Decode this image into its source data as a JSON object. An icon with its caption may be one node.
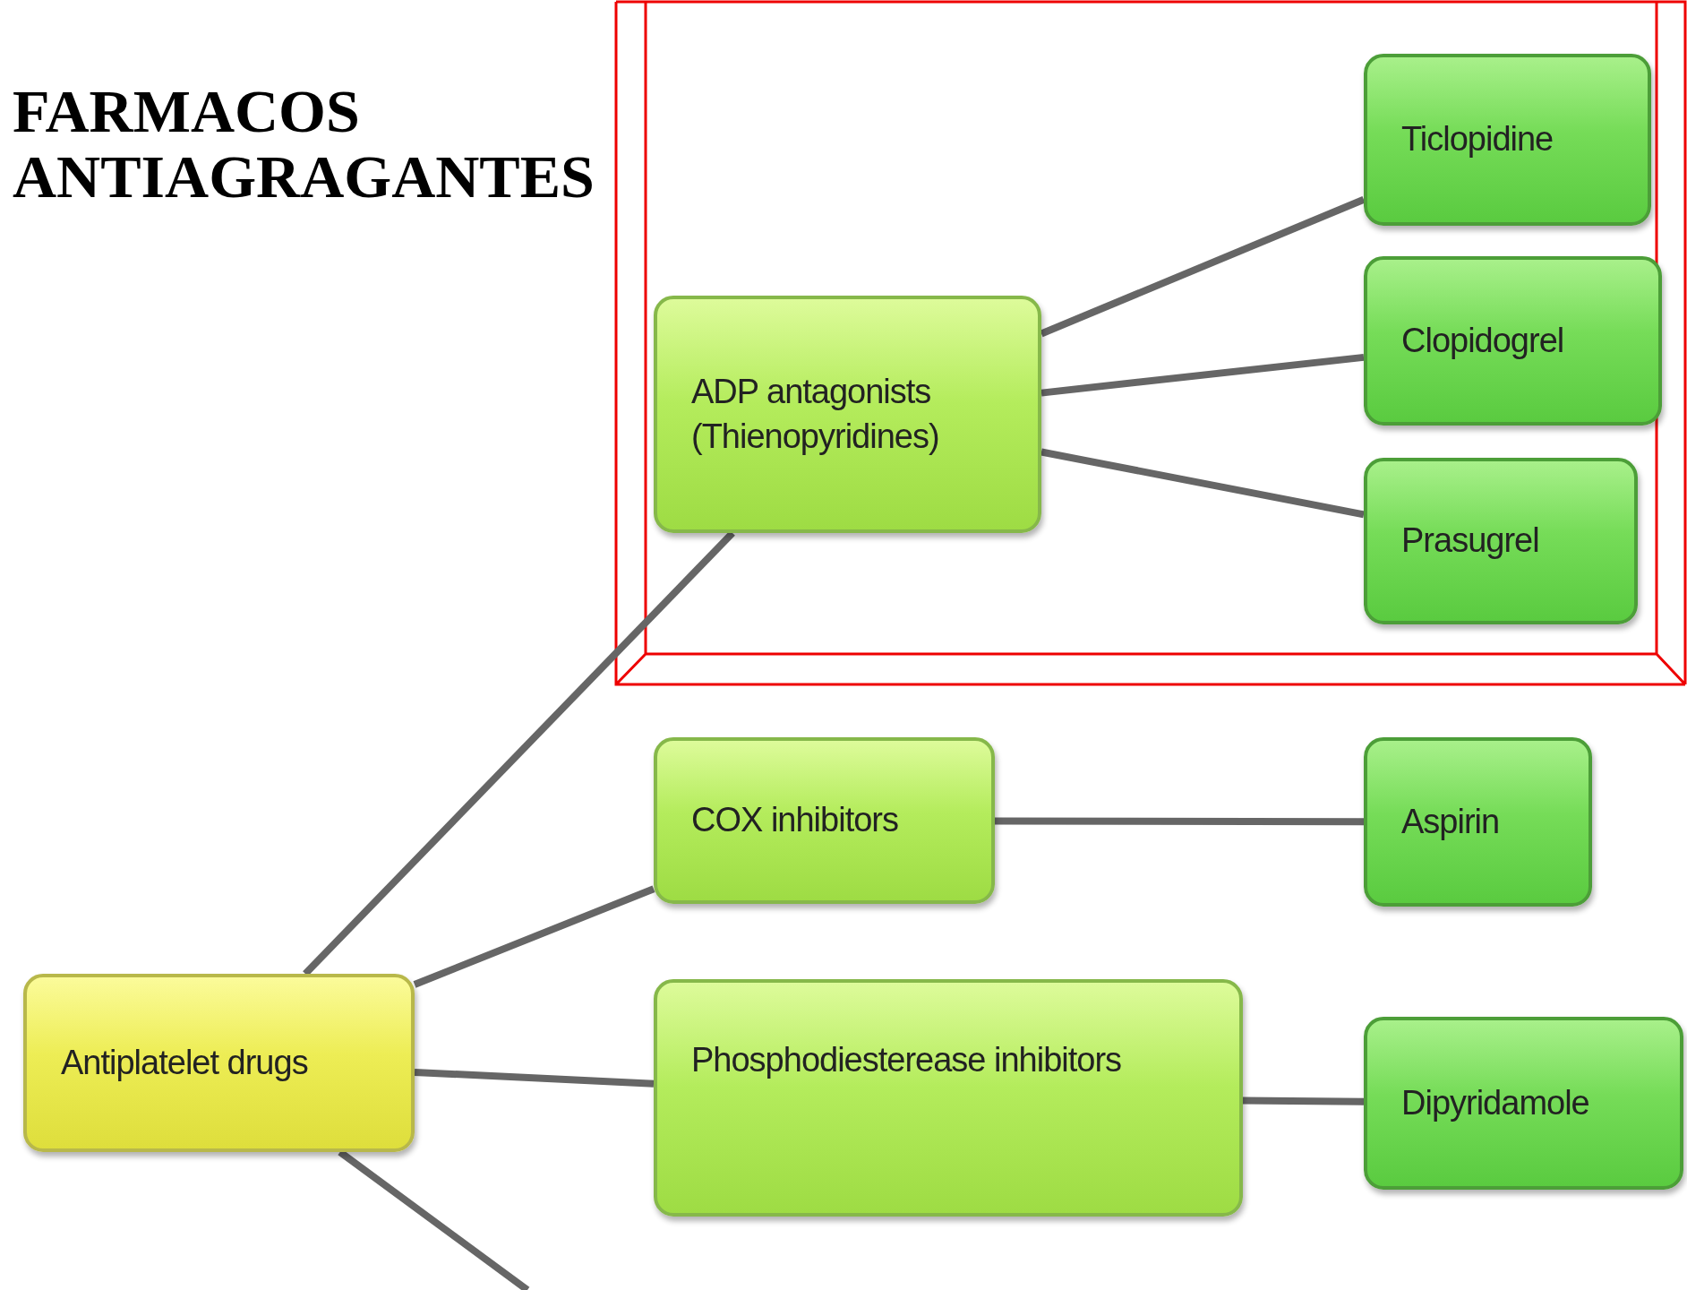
{
  "diagram": {
    "title": "FARMACOS ANTIAGRAGANTES",
    "nodes": [
      {
        "text": [
          "Antiplatelet drugs"
        ]
      },
      {
        "text": [
          "ADP antagonists (Thienopyridines)"
        ]
      },
      {
        "text": [
          "Ticlopidine"
        ]
      },
      {
        "text": [
          "Clopidogrel"
        ]
      },
      {
        "text": [
          "Prasugrel"
        ]
      },
      {
        "text": [
          "COX inhibitors"
        ]
      },
      {
        "text": [
          "Aspirin"
        ]
      },
      {
        "text": [
          "Phosphodiesterease inhibitors"
        ]
      },
      {
        "text": [
          "Dipyridamole"
        ]
      }
    ],
    "edges": [
      {
        "from": 0,
        "to": 1,
        "arrow": "none"
      },
      {
        "from": 0,
        "to": 5,
        "arrow": "none"
      },
      {
        "from": 0,
        "to": 7,
        "arrow": "none"
      },
      {
        "from": 0,
        "to": null,
        "arrow": "none"
      },
      {
        "from": 1,
        "to": 2,
        "arrow": "none"
      },
      {
        "from": 1,
        "to": 3,
        "arrow": "none"
      },
      {
        "from": 1,
        "to": 4,
        "arrow": "none"
      },
      {
        "from": 5,
        "to": 6,
        "arrow": "none"
      },
      {
        "from": 7,
        "to": 8,
        "arrow": "none"
      }
    ]
  }
}
